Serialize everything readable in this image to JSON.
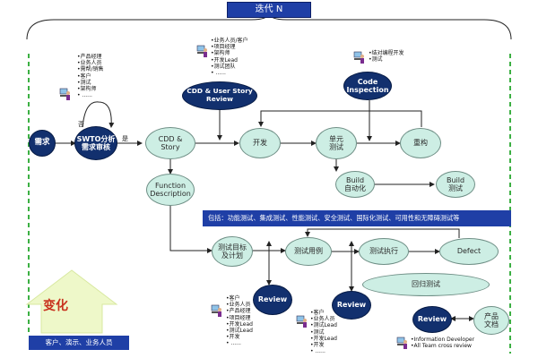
{
  "header": {
    "title": "迭代 N"
  },
  "nodes": {
    "requirement": "需求",
    "swot_review": "SWTO分析\n需求审核",
    "cdd_story": "CDD &\nStory",
    "cdd_review": "CDD & User Story\nReview",
    "develop": "开发",
    "unit_test": "单元\n测试",
    "refactor": "重构",
    "code_inspection": "Code\nInspection",
    "build_auto": "Build\n自动化",
    "build_test": "Build\n测试",
    "function_desc": "Function\nDescription",
    "test_plan": "测试目标\n及计划",
    "test_cases": "测试用例",
    "test_exec": "测试执行",
    "defect": "Defect",
    "regression": "回归测试",
    "review_1": "Review",
    "review_2": "Review",
    "review_3": "Review",
    "product_docs": "产品\n文档"
  },
  "labels": {
    "no": "否",
    "yes": "是"
  },
  "notes": {
    "left_roles": "•产品经理\n•业务人员\n•需帮/销售\n•客户\n•测试\n•架构师\n• ......",
    "cdd_roles": "•业务人员/客户\n•项目经理\n•架构师\n•开发Lead\n•测试团队\n• ......",
    "pair_dev": "•结对编程开发\n•测试",
    "review1_roles": "•客户\n•业务人员\n•产品经理\n•项目经理\n•开发Lead\n•测试Lead\n•开发\n• ......",
    "review2_roles": "•客户\n•业务人员\n•测试Lead\n•测试\n•开发Lead\n•开发\n• ......",
    "docs_roles": "•Information Developer\n•All Team cross review"
  },
  "banner": "包括：功能测试、集成测试、性能测试、安全测试、国际化测试、可用性和无障碍测试等",
  "footer": {
    "change": "变化",
    "stakeholders": "客户、演示、业务人员"
  },
  "colors": {
    "dark_node": "#12306e",
    "light_node": "#cdeee4",
    "banner": "#1f3fa6",
    "dashed": "#3cb043"
  }
}
